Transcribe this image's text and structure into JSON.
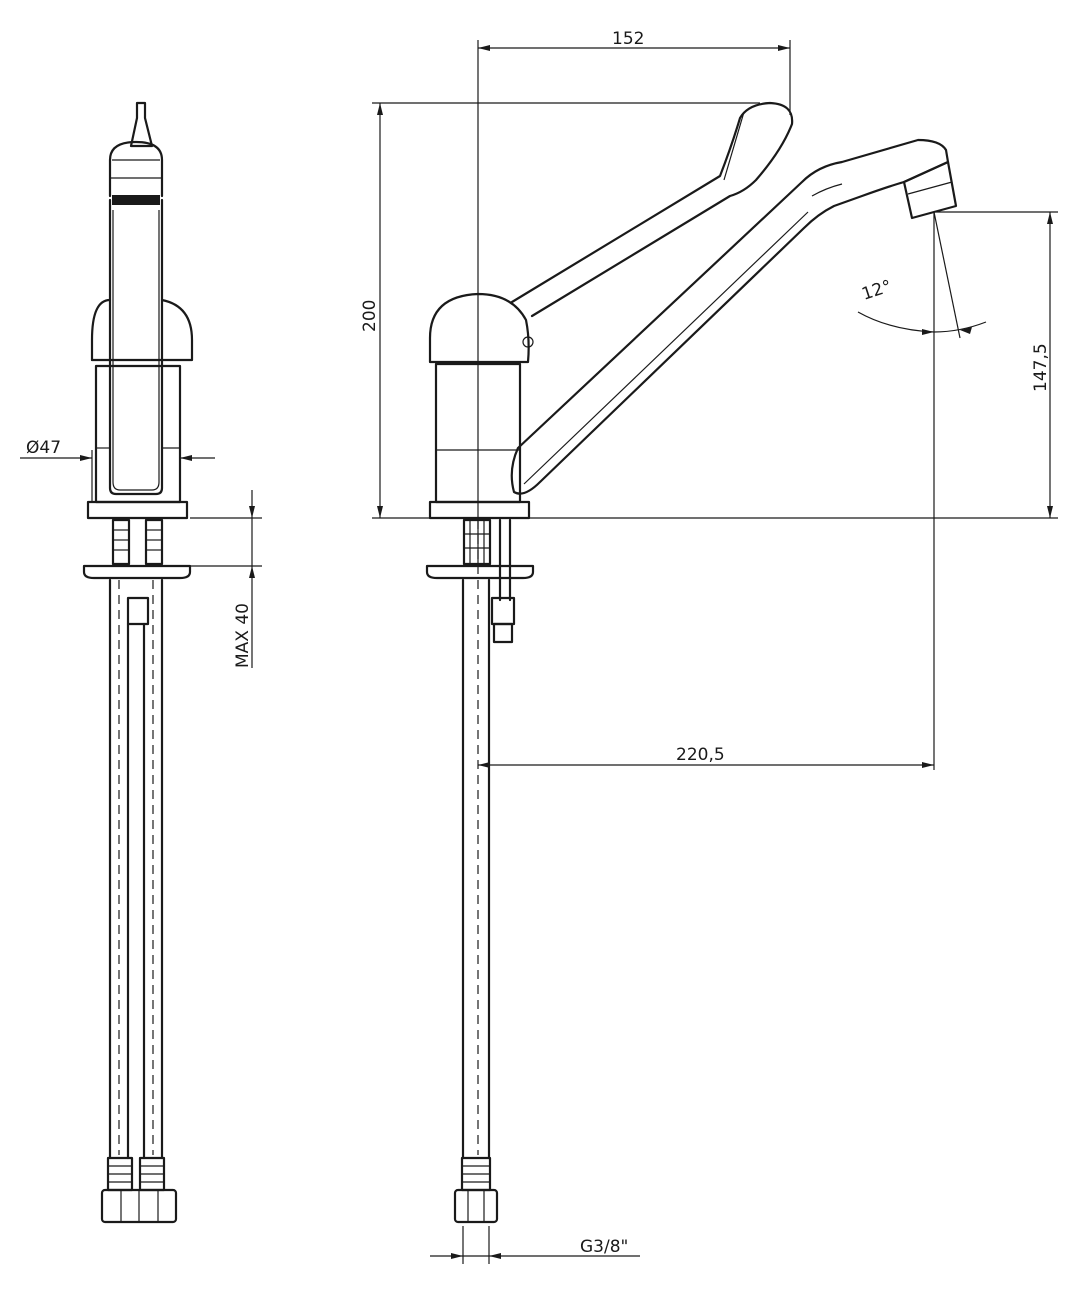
{
  "dimensions": {
    "spout_reach_top": "152",
    "overall_height": "200",
    "spout_height": "147,5",
    "base_diameter": "Ø47",
    "max_thickness": "MAX 40",
    "spout_reach_bottom": "220,5",
    "connection_thread": "G3/8\"",
    "spout_angle": "12°"
  },
  "views": [
    "front-view",
    "side-view"
  ]
}
